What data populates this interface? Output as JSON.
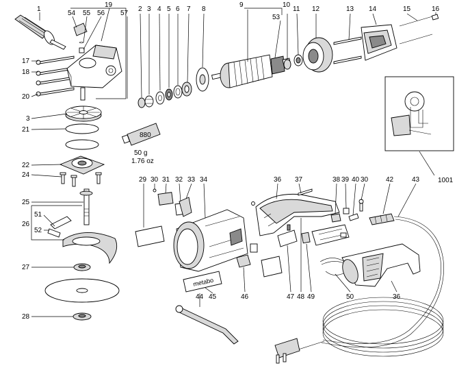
{
  "callouts": [
    {
      "id": "1",
      "text": "1"
    },
    {
      "id": "54",
      "text": "54"
    },
    {
      "id": "55",
      "text": "55"
    },
    {
      "id": "56",
      "text": "56"
    },
    {
      "id": "19",
      "text": "19"
    },
    {
      "id": "57",
      "text": "57"
    },
    {
      "id": "2",
      "text": "2"
    },
    {
      "id": "3a",
      "text": "3"
    },
    {
      "id": "4",
      "text": "4"
    },
    {
      "id": "5",
      "text": "5"
    },
    {
      "id": "6",
      "text": "6"
    },
    {
      "id": "7",
      "text": "7"
    },
    {
      "id": "8",
      "text": "8"
    },
    {
      "id": "9",
      "text": "9"
    },
    {
      "id": "53",
      "text": "53"
    },
    {
      "id": "10",
      "text": "10"
    },
    {
      "id": "11",
      "text": "11"
    },
    {
      "id": "12",
      "text": "12"
    },
    {
      "id": "13",
      "text": "13"
    },
    {
      "id": "14",
      "text": "14"
    },
    {
      "id": "15",
      "text": "15"
    },
    {
      "id": "16",
      "text": "16"
    },
    {
      "id": "17",
      "text": "17"
    },
    {
      "id": "18",
      "text": "18"
    },
    {
      "id": "20",
      "text": "20"
    },
    {
      "id": "3b",
      "text": "3"
    },
    {
      "id": "21",
      "text": "21"
    },
    {
      "id": "22",
      "text": "22"
    },
    {
      "id": "24",
      "text": "24"
    },
    {
      "id": "25",
      "text": "25"
    },
    {
      "id": "51",
      "text": "51"
    },
    {
      "id": "26",
      "text": "26"
    },
    {
      "id": "52",
      "text": "52"
    },
    {
      "id": "27",
      "text": "27"
    },
    {
      "id": "28",
      "text": "28"
    },
    {
      "id": "1001",
      "text": "1001"
    },
    {
      "id": "29",
      "text": "29"
    },
    {
      "id": "30a",
      "text": "30"
    },
    {
      "id": "31",
      "text": "31"
    },
    {
      "id": "32",
      "text": "32"
    },
    {
      "id": "33",
      "text": "33"
    },
    {
      "id": "34",
      "text": "34"
    },
    {
      "id": "36a",
      "text": "36"
    },
    {
      "id": "37",
      "text": "37"
    },
    {
      "id": "38",
      "text": "38"
    },
    {
      "id": "39",
      "text": "39"
    },
    {
      "id": "40",
      "text": "40"
    },
    {
      "id": "30b",
      "text": "30"
    },
    {
      "id": "42",
      "text": "42"
    },
    {
      "id": "43",
      "text": "43"
    },
    {
      "id": "44",
      "text": "44"
    },
    {
      "id": "45",
      "text": "45"
    },
    {
      "id": "46",
      "text": "46"
    },
    {
      "id": "47",
      "text": "47"
    },
    {
      "id": "48",
      "text": "48"
    },
    {
      "id": "49",
      "text": "49"
    },
    {
      "id": "50",
      "text": "50"
    },
    {
      "id": "36b",
      "text": "36"
    }
  ],
  "grease_tube": {
    "label": "880",
    "weight_g": "50 g",
    "weight_oz": "1.76 oz"
  },
  "brand_label": "metabo"
}
